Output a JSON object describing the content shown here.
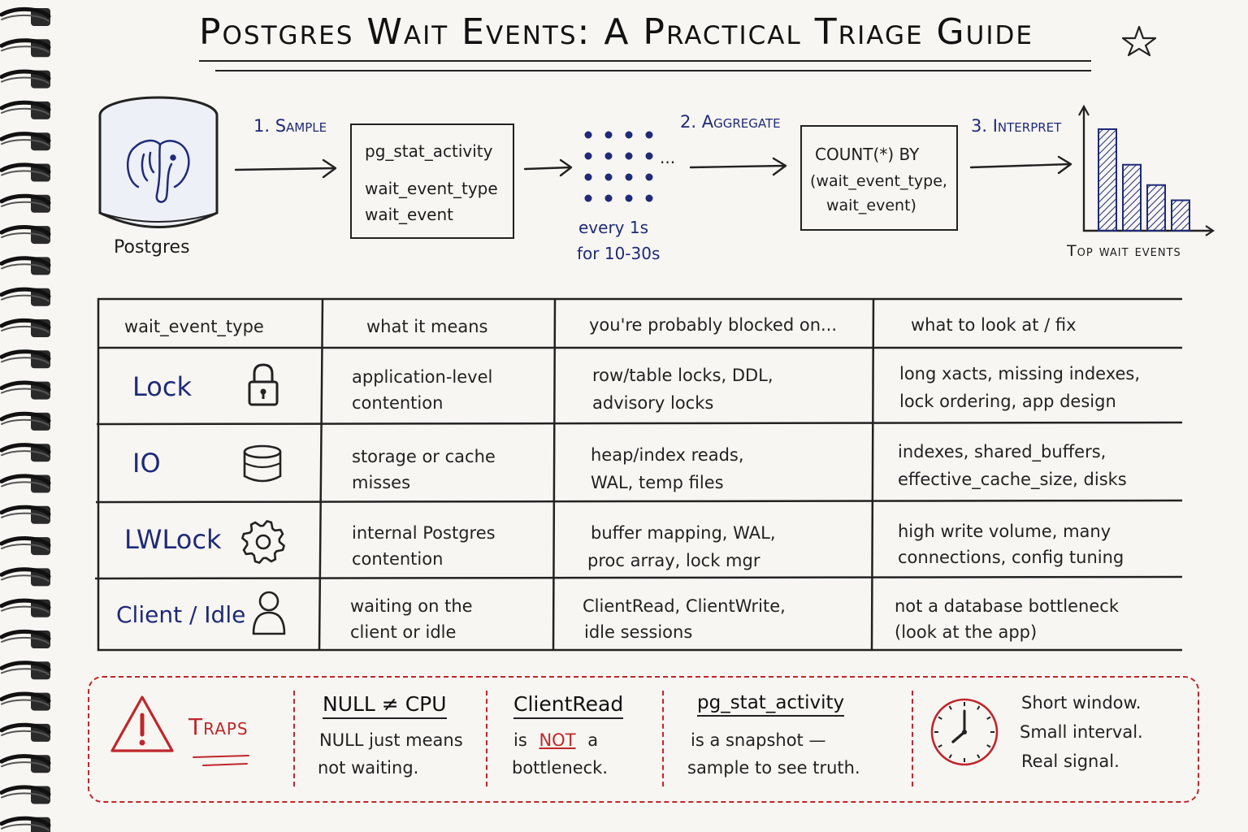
{
  "title": "Postgres Wait Events: A Practical Triage Guide",
  "flow": {
    "db_label": "Postgres",
    "step1": "1. Sample",
    "step2": "2. Aggregate",
    "step3": "3. Interpret",
    "sample_box": {
      "title": "pg_stat_activity",
      "line1": "wait_event_type",
      "line2": "wait_event"
    },
    "sample_dots_ellipsis": "...",
    "sample_note1": "every 1s",
    "sample_note2": "for 10-30s",
    "agg_box": {
      "line1": "COUNT(*) BY",
      "line2": "(wait_event_type,",
      "line3": "wait_event)"
    },
    "chart_caption": "Top wait events"
  },
  "table": {
    "headers": [
      "wait_event_type",
      "what it means",
      "you're probably blocked on...",
      "what to look at / fix"
    ],
    "rows": [
      {
        "type": "Lock",
        "icon": "padlock-icon",
        "means": [
          "application-level",
          "contention"
        ],
        "blocked": [
          "row/table locks, DDL,",
          "advisory locks"
        ],
        "fix": [
          "long xacts, missing indexes,",
          "lock ordering, app design"
        ]
      },
      {
        "type": "IO",
        "icon": "database-icon",
        "means": [
          "storage or cache",
          "misses"
        ],
        "blocked": [
          "heap/index reads,",
          "WAL, temp files"
        ],
        "fix": [
          "indexes, shared_buffers,",
          "effective_cache_size, disks"
        ]
      },
      {
        "type": "LWLock",
        "icon": "gear-icon",
        "means": [
          "internal Postgres",
          "contention"
        ],
        "blocked": [
          "buffer mapping, WAL,",
          "proc array, lock mgr"
        ],
        "fix": [
          "high write volume, many",
          "connections, config tuning"
        ]
      },
      {
        "type": "Client / Idle",
        "icon": "user-icon",
        "means": [
          "waiting on the",
          "client or idle"
        ],
        "blocked": [
          "ClientRead, ClientWrite,",
          "idle sessions"
        ],
        "fix": [
          "not a database bottleneck",
          "(look at the app)"
        ]
      }
    ]
  },
  "traps": {
    "label": "Traps",
    "t1_head": "NULL ≠ CPU",
    "t1_line1": "NULL just means",
    "t1_line2": "not waiting.",
    "t2_head": "ClientRead",
    "t2_pre": "is",
    "t2_not": "NOT",
    "t2_post": "a",
    "t2_line2": "bottleneck.",
    "t3_head": "pg_stat_activity",
    "t3_line1": "is a snapshot —",
    "t3_line2": "sample to see truth.",
    "t4_line1": "Short window.",
    "t4_line2": "Small interval.",
    "t4_line3": "Real signal."
  },
  "colors": {
    "ink": "#1d1d1d",
    "blue": "#1f2a78",
    "red": "#c0262b",
    "paper": "#f7f6f2"
  },
  "chart_data": {
    "type": "bar",
    "values": [
      10,
      6.5,
      4.5,
      3
    ],
    "ylim": [
      0,
      12
    ]
  }
}
